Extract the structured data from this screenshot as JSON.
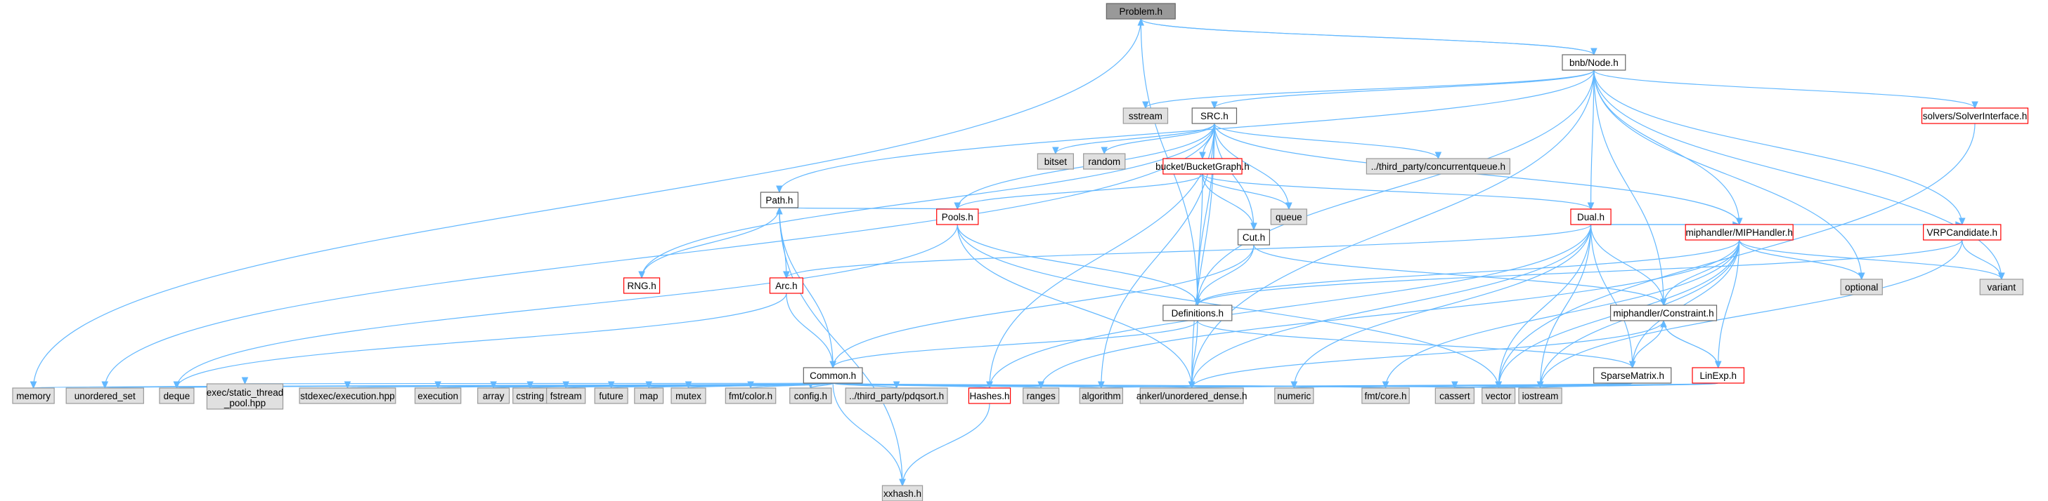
{
  "colors": {
    "edge": "#63b8ff",
    "root_fill": "#999999",
    "external_fill": "#e0e0e0",
    "external_border": "#999999",
    "header_fill": "#ffffff",
    "header_border": "#666666",
    "truncated_border": "#ff0000"
  },
  "nodes": [
    {
      "id": "problem",
      "label": "Problem.h",
      "kind": "root"
    },
    {
      "id": "memory",
      "label": "memory",
      "kind": "external"
    },
    {
      "id": "definitions",
      "label": "Definitions.h",
      "kind": "header"
    },
    {
      "id": "bnbnode",
      "label": "bnb/Node.h",
      "kind": "header"
    },
    {
      "id": "sstream",
      "label": "sstream",
      "kind": "external"
    },
    {
      "id": "src",
      "label": "SRC.h",
      "kind": "header"
    },
    {
      "id": "solverinterface",
      "label": "solvers/SolverInterface.h",
      "kind": "truncated"
    },
    {
      "id": "bitset",
      "label": "bitset",
      "kind": "external"
    },
    {
      "id": "random",
      "label": "random",
      "kind": "external"
    },
    {
      "id": "bucketgraph",
      "label": "bucket/BucketGraph.h",
      "kind": "truncated"
    },
    {
      "id": "concurrentqueue",
      "label": "../third_party/concurrentqueue.h",
      "kind": "external"
    },
    {
      "id": "queue",
      "label": "queue",
      "kind": "external"
    },
    {
      "id": "pools",
      "label": "Pools.h",
      "kind": "truncated"
    },
    {
      "id": "dual",
      "label": "Dual.h",
      "kind": "truncated"
    },
    {
      "id": "path",
      "label": "Path.h",
      "kind": "header"
    },
    {
      "id": "cut",
      "label": "Cut.h",
      "kind": "header"
    },
    {
      "id": "miphandler",
      "label": "miphandler/MIPHandler.h",
      "kind": "truncated"
    },
    {
      "id": "vrpcandidate",
      "label": "VRPCandidate.h",
      "kind": "truncated"
    },
    {
      "id": "rng",
      "label": "RNG.h",
      "kind": "truncated"
    },
    {
      "id": "arc",
      "label": "Arc.h",
      "kind": "truncated"
    },
    {
      "id": "optional",
      "label": "optional",
      "kind": "external"
    },
    {
      "id": "variant",
      "label": "variant",
      "kind": "external"
    },
    {
      "id": "constraint",
      "label": "miphandler/Constraint.h",
      "kind": "header"
    },
    {
      "id": "common",
      "label": "Common.h",
      "kind": "header"
    },
    {
      "id": "sparsematrix",
      "label": "SparseMatrix.h",
      "kind": "header"
    },
    {
      "id": "linexp",
      "label": "LinExp.h",
      "kind": "truncated"
    },
    {
      "id": "unordered_set",
      "label": "unordered_set",
      "kind": "external"
    },
    {
      "id": "deque",
      "label": "deque",
      "kind": "external"
    },
    {
      "id": "exec_pool",
      "label": "exec/static_thread\n_pool.hpp",
      "kind": "external"
    },
    {
      "id": "stdexec",
      "label": "stdexec/execution.hpp",
      "kind": "external"
    },
    {
      "id": "execution",
      "label": "execution",
      "kind": "external"
    },
    {
      "id": "array",
      "label": "array",
      "kind": "external"
    },
    {
      "id": "cstring",
      "label": "cstring",
      "kind": "external"
    },
    {
      "id": "fstream",
      "label": "fstream",
      "kind": "external"
    },
    {
      "id": "future",
      "label": "future",
      "kind": "external"
    },
    {
      "id": "map",
      "label": "map",
      "kind": "external"
    },
    {
      "id": "mutex",
      "label": "mutex",
      "kind": "external"
    },
    {
      "id": "fmtcolor",
      "label": "fmt/color.h",
      "kind": "external"
    },
    {
      "id": "config",
      "label": "config.h",
      "kind": "external"
    },
    {
      "id": "pdqsort",
      "label": "../third_party/pdqsort.h",
      "kind": "external"
    },
    {
      "id": "hashes",
      "label": "Hashes.h",
      "kind": "truncated"
    },
    {
      "id": "ranges",
      "label": "ranges",
      "kind": "external"
    },
    {
      "id": "algorithm",
      "label": "algorithm",
      "kind": "external"
    },
    {
      "id": "ankerl",
      "label": "ankerl/unordered_dense.h",
      "kind": "external"
    },
    {
      "id": "numeric",
      "label": "numeric",
      "kind": "external"
    },
    {
      "id": "fmtcore",
      "label": "fmt/core.h",
      "kind": "external"
    },
    {
      "id": "cassert",
      "label": "cassert",
      "kind": "external"
    },
    {
      "id": "vector",
      "label": "vector",
      "kind": "external"
    },
    {
      "id": "iostream",
      "label": "iostream",
      "kind": "external"
    },
    {
      "id": "xxhash",
      "label": "xxhash.h",
      "kind": "external"
    }
  ],
  "edges": [
    [
      "problem",
      "memory"
    ],
    [
      "problem",
      "definitions"
    ],
    [
      "problem",
      "bnbnode"
    ],
    [
      "bnbnode",
      "problem"
    ],
    [
      "bnbnode",
      "sstream"
    ],
    [
      "bnbnode",
      "src"
    ],
    [
      "bnbnode",
      "solverinterface"
    ],
    [
      "bnbnode",
      "path"
    ],
    [
      "bnbnode",
      "definitions"
    ],
    [
      "bnbnode",
      "dual"
    ],
    [
      "bnbnode",
      "miphandler"
    ],
    [
      "bnbnode",
      "vrpcandidate"
    ],
    [
      "bnbnode",
      "constraint"
    ],
    [
      "bnbnode",
      "optional"
    ],
    [
      "bnbnode",
      "variant"
    ],
    [
      "bnbnode",
      "ankerl"
    ],
    [
      "src",
      "bitset"
    ],
    [
      "src",
      "random"
    ],
    [
      "src",
      "bucketgraph"
    ],
    [
      "src",
      "concurrentqueue"
    ],
    [
      "src",
      "queue"
    ],
    [
      "src",
      "pools"
    ],
    [
      "src",
      "definitions"
    ],
    [
      "src",
      "cut"
    ],
    [
      "src",
      "miphandler"
    ],
    [
      "src",
      "rng"
    ],
    [
      "src",
      "unordered_set"
    ],
    [
      "src",
      "hashes"
    ],
    [
      "src",
      "ankerl"
    ],
    [
      "src",
      "algorithm"
    ],
    [
      "solverinterface",
      "vector"
    ],
    [
      "bucketgraph",
      "pools"
    ],
    [
      "bucketgraph",
      "queue"
    ],
    [
      "bucketgraph",
      "dual"
    ],
    [
      "bucketgraph",
      "cut"
    ],
    [
      "bucketgraph",
      "definitions"
    ],
    [
      "pools",
      "path"
    ],
    [
      "pools",
      "definitions"
    ],
    [
      "pools",
      "deque"
    ],
    [
      "pools",
      "ankerl"
    ],
    [
      "pools",
      "vector"
    ],
    [
      "dual",
      "arc"
    ],
    [
      "dual",
      "miphandler"
    ],
    [
      "dual",
      "vrpcandidate"
    ],
    [
      "dual",
      "constraint"
    ],
    [
      "dual",
      "sparsematrix"
    ],
    [
      "dual",
      "hashes"
    ],
    [
      "dual",
      "ankerl"
    ],
    [
      "dual",
      "vector"
    ],
    [
      "dual",
      "iostream"
    ],
    [
      "dual",
      "numeric"
    ],
    [
      "path",
      "rng"
    ],
    [
      "path",
      "arc"
    ],
    [
      "path",
      "common"
    ],
    [
      "path",
      "xxhash"
    ],
    [
      "cut",
      "definitions"
    ],
    [
      "cut",
      "constraint"
    ],
    [
      "cut",
      "common"
    ],
    [
      "miphandler",
      "definitions"
    ],
    [
      "miphandler",
      "constraint"
    ],
    [
      "miphandler",
      "linexp"
    ],
    [
      "miphandler",
      "sparsematrix"
    ],
    [
      "miphandler",
      "optional"
    ],
    [
      "miphandler",
      "variant"
    ],
    [
      "miphandler",
      "ranges"
    ],
    [
      "miphandler",
      "fmtcore"
    ],
    [
      "miphandler",
      "vector"
    ],
    [
      "miphandler",
      "iostream"
    ],
    [
      "vrpcandidate",
      "definitions"
    ],
    [
      "vrpcandidate",
      "variant"
    ],
    [
      "vrpcandidate",
      "iostream"
    ],
    [
      "arc",
      "common"
    ],
    [
      "arc",
      "deque"
    ],
    [
      "constraint",
      "linexp"
    ],
    [
      "constraint",
      "sparsematrix"
    ],
    [
      "constraint",
      "ankerl"
    ],
    [
      "linexp",
      "constraint"
    ],
    [
      "linexp",
      "ankerl"
    ],
    [
      "linexp",
      "vector"
    ],
    [
      "linexp",
      "iostream"
    ],
    [
      "definitions",
      "common"
    ],
    [
      "definitions",
      "sparsematrix"
    ],
    [
      "definitions",
      "ankerl"
    ],
    [
      "sparsematrix",
      "algorithm"
    ],
    [
      "sparsematrix",
      "numeric"
    ],
    [
      "sparsematrix",
      "cassert"
    ],
    [
      "sparsematrix",
      "vector"
    ],
    [
      "sparsematrix",
      "iostream"
    ],
    [
      "sparsematrix",
      "ankerl"
    ],
    [
      "common",
      "memory"
    ],
    [
      "common",
      "unordered_set"
    ],
    [
      "common",
      "deque"
    ],
    [
      "common",
      "exec_pool"
    ],
    [
      "common",
      "stdexec"
    ],
    [
      "common",
      "execution"
    ],
    [
      "common",
      "array"
    ],
    [
      "common",
      "cstring"
    ],
    [
      "common",
      "fstream"
    ],
    [
      "common",
      "future"
    ],
    [
      "common",
      "map"
    ],
    [
      "common",
      "mutex"
    ],
    [
      "common",
      "fmtcolor"
    ],
    [
      "common",
      "config"
    ],
    [
      "common",
      "pdqsort"
    ],
    [
      "common",
      "hashes"
    ],
    [
      "common",
      "ranges"
    ],
    [
      "common",
      "algorithm"
    ],
    [
      "common",
      "ankerl"
    ],
    [
      "common",
      "fmtcore"
    ],
    [
      "common",
      "vector"
    ],
    [
      "common",
      "iostream"
    ],
    [
      "common",
      "xxhash"
    ],
    [
      "hashes",
      "xxhash"
    ]
  ]
}
